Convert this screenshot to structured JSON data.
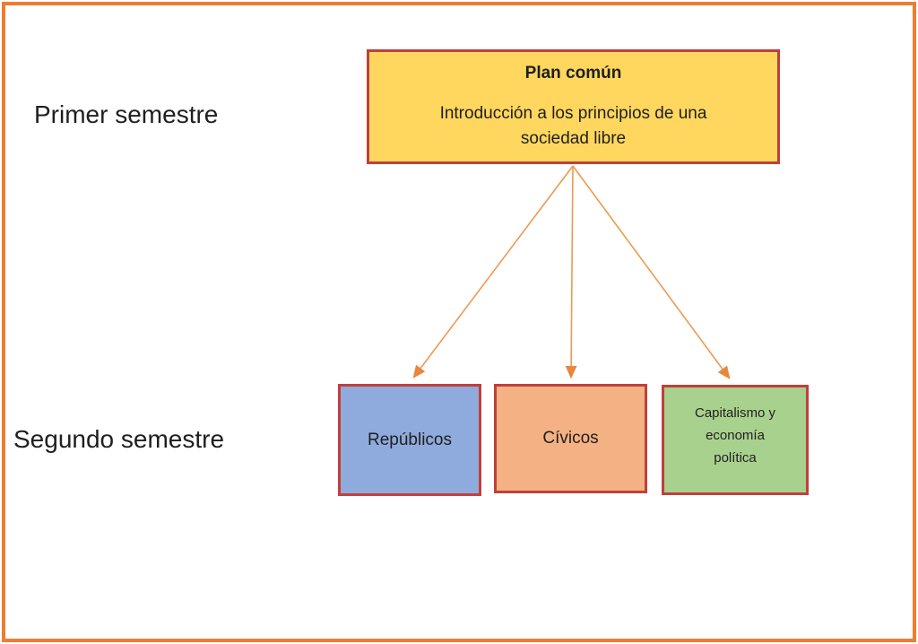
{
  "diagram": {
    "row_labels": {
      "first": "Primer semestre",
      "second": "Segundo semestre"
    },
    "root_box": {
      "title": "Plan común",
      "subtitle": "Introducción a los principios de una sociedad libre"
    },
    "child_boxes": [
      {
        "label": "Repúblicos"
      },
      {
        "label": "Cívicos"
      },
      {
        "label": "Capitalismo y economía política"
      }
    ],
    "colors": {
      "outer_border": "#ED7D31",
      "box_border": "#C0403B",
      "root_fill": "#FFD75E",
      "child_fills": [
        "#8FAADC",
        "#F4B183",
        "#A9D18E"
      ],
      "arrow": "#ED9950",
      "text": "#1F1F1F"
    }
  }
}
